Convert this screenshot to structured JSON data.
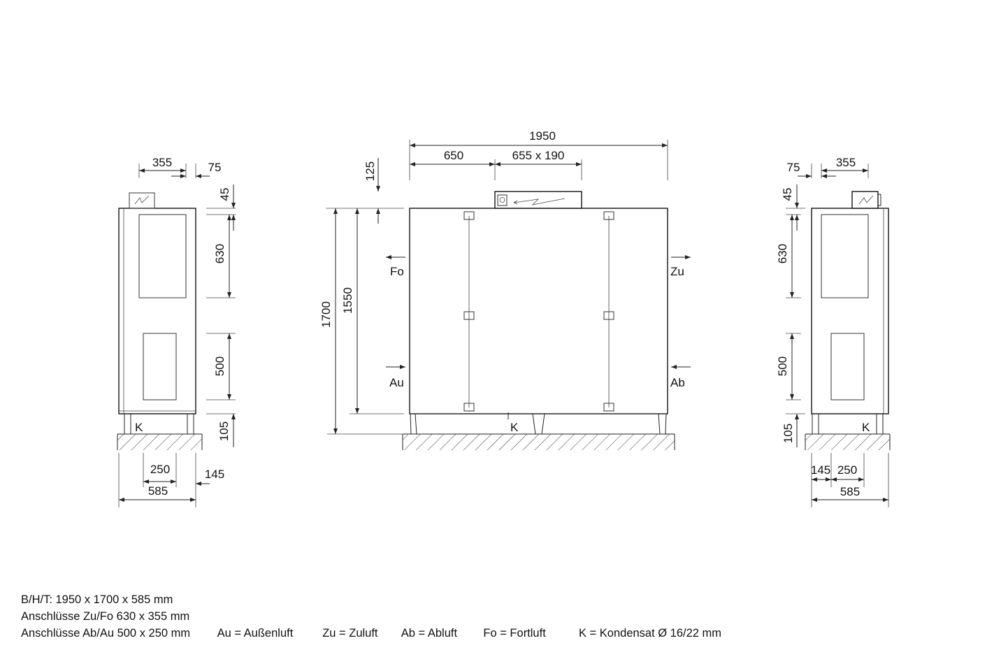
{
  "dimensions": {
    "total_width": "1950",
    "left_part": "650",
    "top_connector": "655 x 190",
    "top_offset": "125",
    "total_height": "1700",
    "body_height": "1550",
    "side_width": "355",
    "side_offset": "75",
    "top_gap": "45",
    "upper_opening": "630",
    "lower_opening": "500",
    "base_height": "105",
    "lower_width": "250",
    "lower_offset": "145",
    "depth": "585"
  },
  "labels": {
    "fo": "Fo",
    "zu": "Zu",
    "au": "Au",
    "ab": "Ab",
    "k": "K"
  },
  "legend": {
    "line1": "B/H/T: 1950 x 1700 x 585 mm",
    "line2": "Anschlüsse Zu/Fo 630 x 355 mm",
    "line3": "Anschlüsse Ab/Au 500 x 250 mm",
    "au": "Au = Außenluft",
    "zu": "Zu = Zuluft",
    "ab": "Ab = Abluft",
    "fo": "Fo = Fortluft",
    "k": "K = Kondensat Ø 16/22 mm"
  }
}
